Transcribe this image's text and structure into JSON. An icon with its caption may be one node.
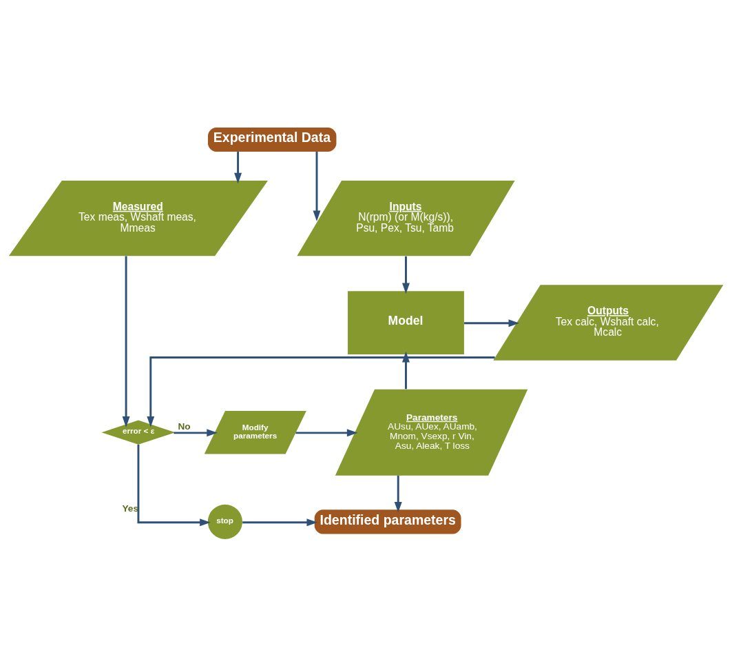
{
  "diagram": {
    "nodes": [
      {
        "text": [
          "Experimental Data"
        ]
      },
      {
        "text": [
          "Inputs",
          "N(rpm) (or M(kg/s)), Psu, Pex, Tsu, Tamb"
        ]
      },
      {
        "text": [
          "Measured",
          "Tex meas, Wshaft meas, Mmeas"
        ]
      },
      {
        "text": [
          "Model"
        ]
      },
      {
        "text": [
          "Outputs",
          "Tex calc, Wshaft calc, Mcalc"
        ]
      },
      {
        "text": [
          "Parameters",
          "AUsu, AUex, AUamb, Mnom, Vsexp, r Vin, Asu, Aleak, T loss"
        ]
      },
      {
        "text": [
          "Modify parameters"
        ]
      },
      {
        "text": [
          "error < ε"
        ]
      },
      {
        "text": [
          "Identified parameters"
        ]
      },
      {
        "text": [
          "stop"
        ]
      }
    ],
    "edges": [
      {
        "from": 0,
        "to": 1,
        "arrow": "to"
      },
      {
        "from": 0,
        "to": 2,
        "arrow": "to"
      },
      {
        "from": 1,
        "to": 3,
        "arrow": "to"
      },
      {
        "from": 3,
        "to": 4,
        "arrow": "to"
      },
      {
        "from": 4,
        "to": 7,
        "arrow": "to"
      },
      {
        "from": 2,
        "to": 7,
        "arrow": "to"
      },
      {
        "from": 7,
        "to": 6,
        "arrow": "to",
        "label": "No"
      },
      {
        "from": 6,
        "to": 5,
        "arrow": "to"
      },
      {
        "from": 5,
        "to": 3,
        "arrow": "to"
      },
      {
        "from": 5,
        "to": 8,
        "arrow": "to"
      },
      {
        "from": 7,
        "to": 9,
        "arrow": "to",
        "label": "Yes"
      },
      {
        "from": 9,
        "to": 8,
        "arrow": "to"
      }
    ]
  }
}
